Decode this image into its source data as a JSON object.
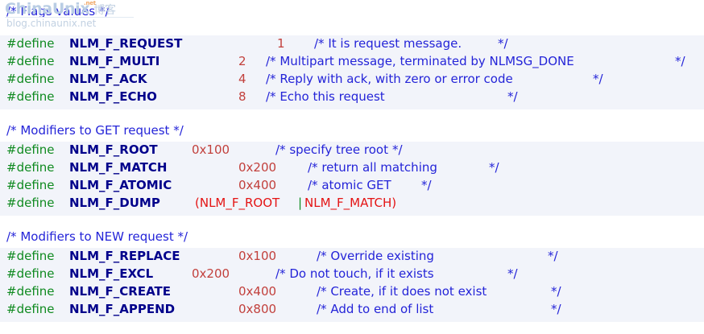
{
  "meta": {
    "language": "C",
    "description": "Linux netlink header excerpt defining NLM_F_* flag values"
  },
  "colors": {
    "background": "#ffffff",
    "keyword_green": "#0f8a20",
    "macro_navy": "#00008b",
    "number_red": "#c2403c",
    "expression_red": "#e41414",
    "comment_blue": "#2424d8",
    "watermark_blue": "#b9cde4",
    "watermark_orange": "#f0a868"
  },
  "blocks": [
    {
      "name": "flags-values",
      "header_comment": "/* Flags values */",
      "lines": [
        {
          "keyword": "#define",
          "macro": "NLM_F_REQUEST",
          "value": "1",
          "comment_open": "/* It is request message.",
          "comment_close": "*/"
        },
        {
          "keyword": "#define",
          "macro": "NLM_F_MULTI",
          "value": "2",
          "comment_open": "/* Multipart message, terminated by NLMSG_DONE",
          "comment_close": "*/"
        },
        {
          "keyword": "#define",
          "macro": "NLM_F_ACK",
          "value": "4",
          "comment_open": "/* Reply with ack, with zero or error code",
          "comment_close": "*/"
        },
        {
          "keyword": "#define",
          "macro": "NLM_F_ECHO",
          "value": "8",
          "comment_open": "/* Echo this request",
          "comment_close": "*/"
        }
      ]
    },
    {
      "name": "modifiers-get",
      "header_comment": "/* Modifiers to GET request */",
      "lines": [
        {
          "keyword": "#define",
          "macro": "NLM_F_ROOT",
          "value": "0x100",
          "comment_open": "/* specify tree root",
          "comment_close": "*/"
        },
        {
          "keyword": "#define",
          "macro": "NLM_F_MATCH",
          "value": "0x200",
          "comment_open": "/* return all matching",
          "comment_close": "*/"
        },
        {
          "keyword": "#define",
          "macro": "NLM_F_ATOMIC",
          "value": "0x400",
          "comment_open": "/* atomic GET",
          "comment_close": "*/"
        },
        {
          "keyword": "#define",
          "macro": "NLM_F_DUMP",
          "expr_open": "(NLM_F_ROOT",
          "expr_pipe": "|",
          "expr_close": "NLM_F_MATCH)",
          "comment_open": "",
          "comment_close": ""
        }
      ]
    },
    {
      "name": "modifiers-new",
      "header_comment": "/* Modifiers to NEW request */",
      "lines": [
        {
          "keyword": "#define",
          "macro": "NLM_F_REPLACE",
          "value": "0x100",
          "comment_open": "/* Override existing",
          "comment_close": "*/"
        },
        {
          "keyword": "#define",
          "macro": "NLM_F_EXCL",
          "value": "0x200",
          "comment_open": "/* Do not touch, if it exists",
          "comment_close": "*/"
        },
        {
          "keyword": "#define",
          "macro": "NLM_F_CREATE",
          "value": "0x400",
          "comment_open": "/* Create, if it does not exist",
          "comment_close": "*/"
        },
        {
          "keyword": "#define",
          "macro": "NLM_F_APPEND",
          "value": "0x800",
          "comment_open": "/* Add to end of list",
          "comment_close": "*/"
        }
      ]
    }
  ],
  "watermark": {
    "brand": "ChinaUnix",
    "brand_cn": "博客",
    "superscript": ".net",
    "url": "blog.chinaunix.net"
  }
}
